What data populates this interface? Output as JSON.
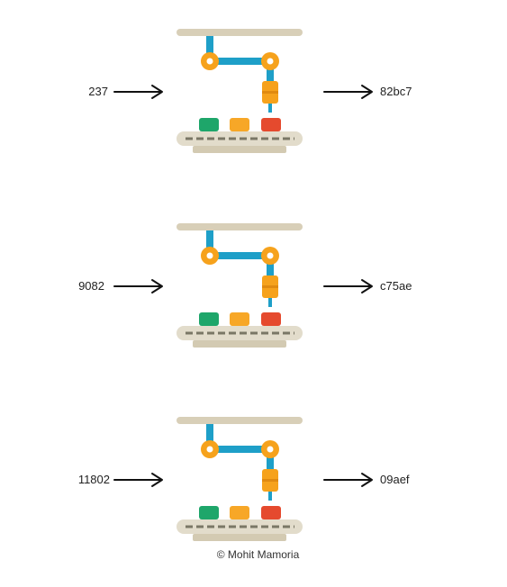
{
  "rows": [
    {
      "input": "237",
      "output": "82bc7"
    },
    {
      "input": "9082",
      "output": "c75ae"
    },
    {
      "input": "11802",
      "output": "09aef"
    }
  ],
  "credit": "© Mohit Mamoria",
  "colors": {
    "rail": "#d8cfb8",
    "arm": "#1e9fc8",
    "joint": "#f6a21c",
    "block_green": "#1ea66a",
    "block_orange": "#f7a727",
    "block_red": "#e54a2e",
    "belt": "#e2dccb",
    "belt_dash": "#7a7766",
    "arrow": "#111111"
  }
}
